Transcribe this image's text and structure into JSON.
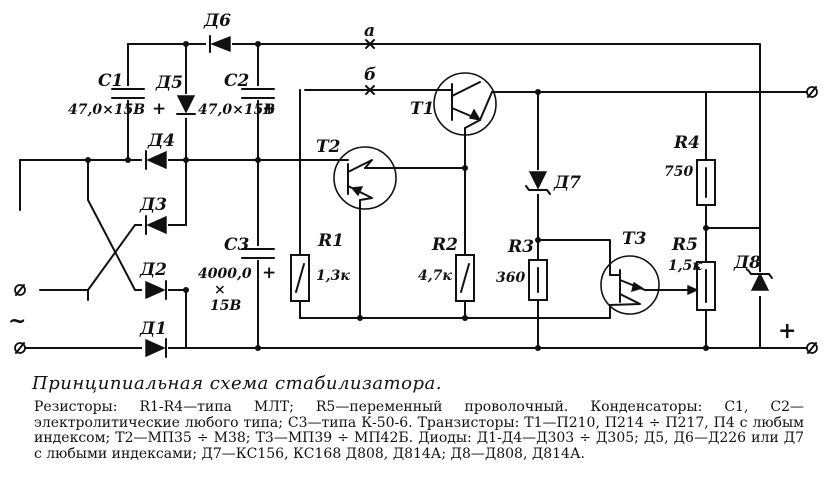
{
  "labels": {
    "C1": "C1",
    "C1_value": "47,0×15В",
    "C1_pol": "+",
    "C2": "C2",
    "C2_value": "47,0×15В",
    "C2_pol": "+",
    "C3": "C3",
    "C3_value": "4000,0",
    "C3_x": "×",
    "C3_v": "15В",
    "C3_pol": "+",
    "D1": "Д1",
    "D2": "Д2",
    "D3": "Д3",
    "D4": "Д4",
    "D5": "Д5",
    "D6": "Д6",
    "D7": "Д7",
    "D8": "Д8",
    "R1": "R1",
    "R1_value": "1,3к",
    "R2": "R2",
    "R2_value": "4,7к",
    "R3": "R3",
    "R3_value": "360",
    "R4": "R4",
    "R4_value": "750",
    "R5": "R5",
    "R5_value": "1,5к",
    "T1": "T1",
    "T2": "T2",
    "T3": "T3",
    "point_a": "а",
    "point_b": "б",
    "ac_symbol": "~",
    "out_plus": "+"
  },
  "caption": "Принципиальная схема стабилизатора.",
  "notes": "Резисторы: R1-R4—типа МЛТ; R5—переменный проволочный. Конденсаторы: C1, C2—электролитические любого типа; С3—типа К-50-6. Транзисторы: Т1—П210, П214 ÷ П217, П4 с любым индексом; Т2—МП35 ÷ М38; Т3—МП39 ÷ МП42Б. Диоды: Д1-Д4—Д303 ÷ Д305; Д5, Д6—Д226 или Д7 с любыми индексами; Д7—КС156, КС168 Д808, Д814А; Д8—Д808, Д814А."
}
